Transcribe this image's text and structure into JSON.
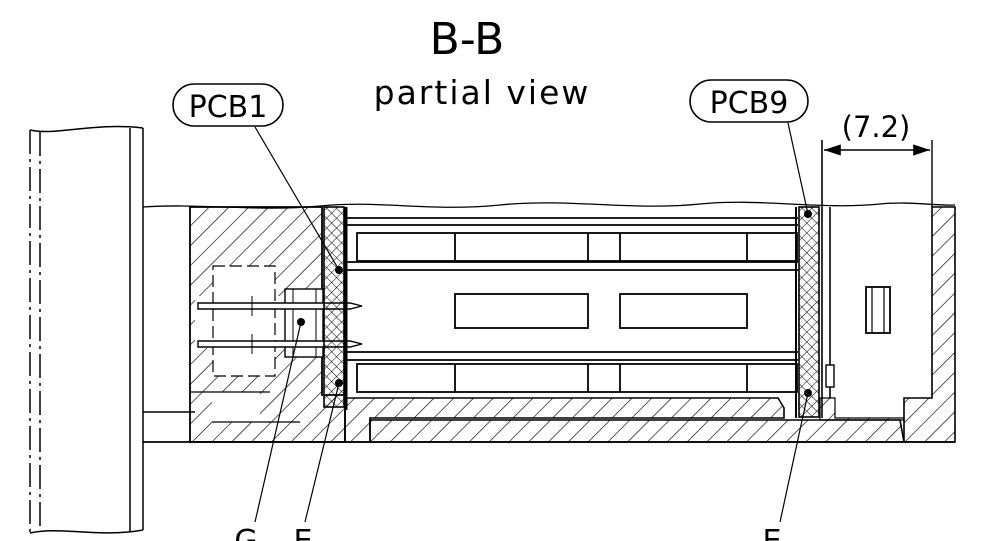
{
  "drawing": {
    "title": "B-B",
    "subtitle": "partial view",
    "callouts": {
      "pcb1": "PCB1",
      "pcb9": "PCB9"
    },
    "dimension": "(7.2)",
    "reference_letters": {
      "g": "G",
      "e_left": "E",
      "e_right": "E"
    }
  }
}
